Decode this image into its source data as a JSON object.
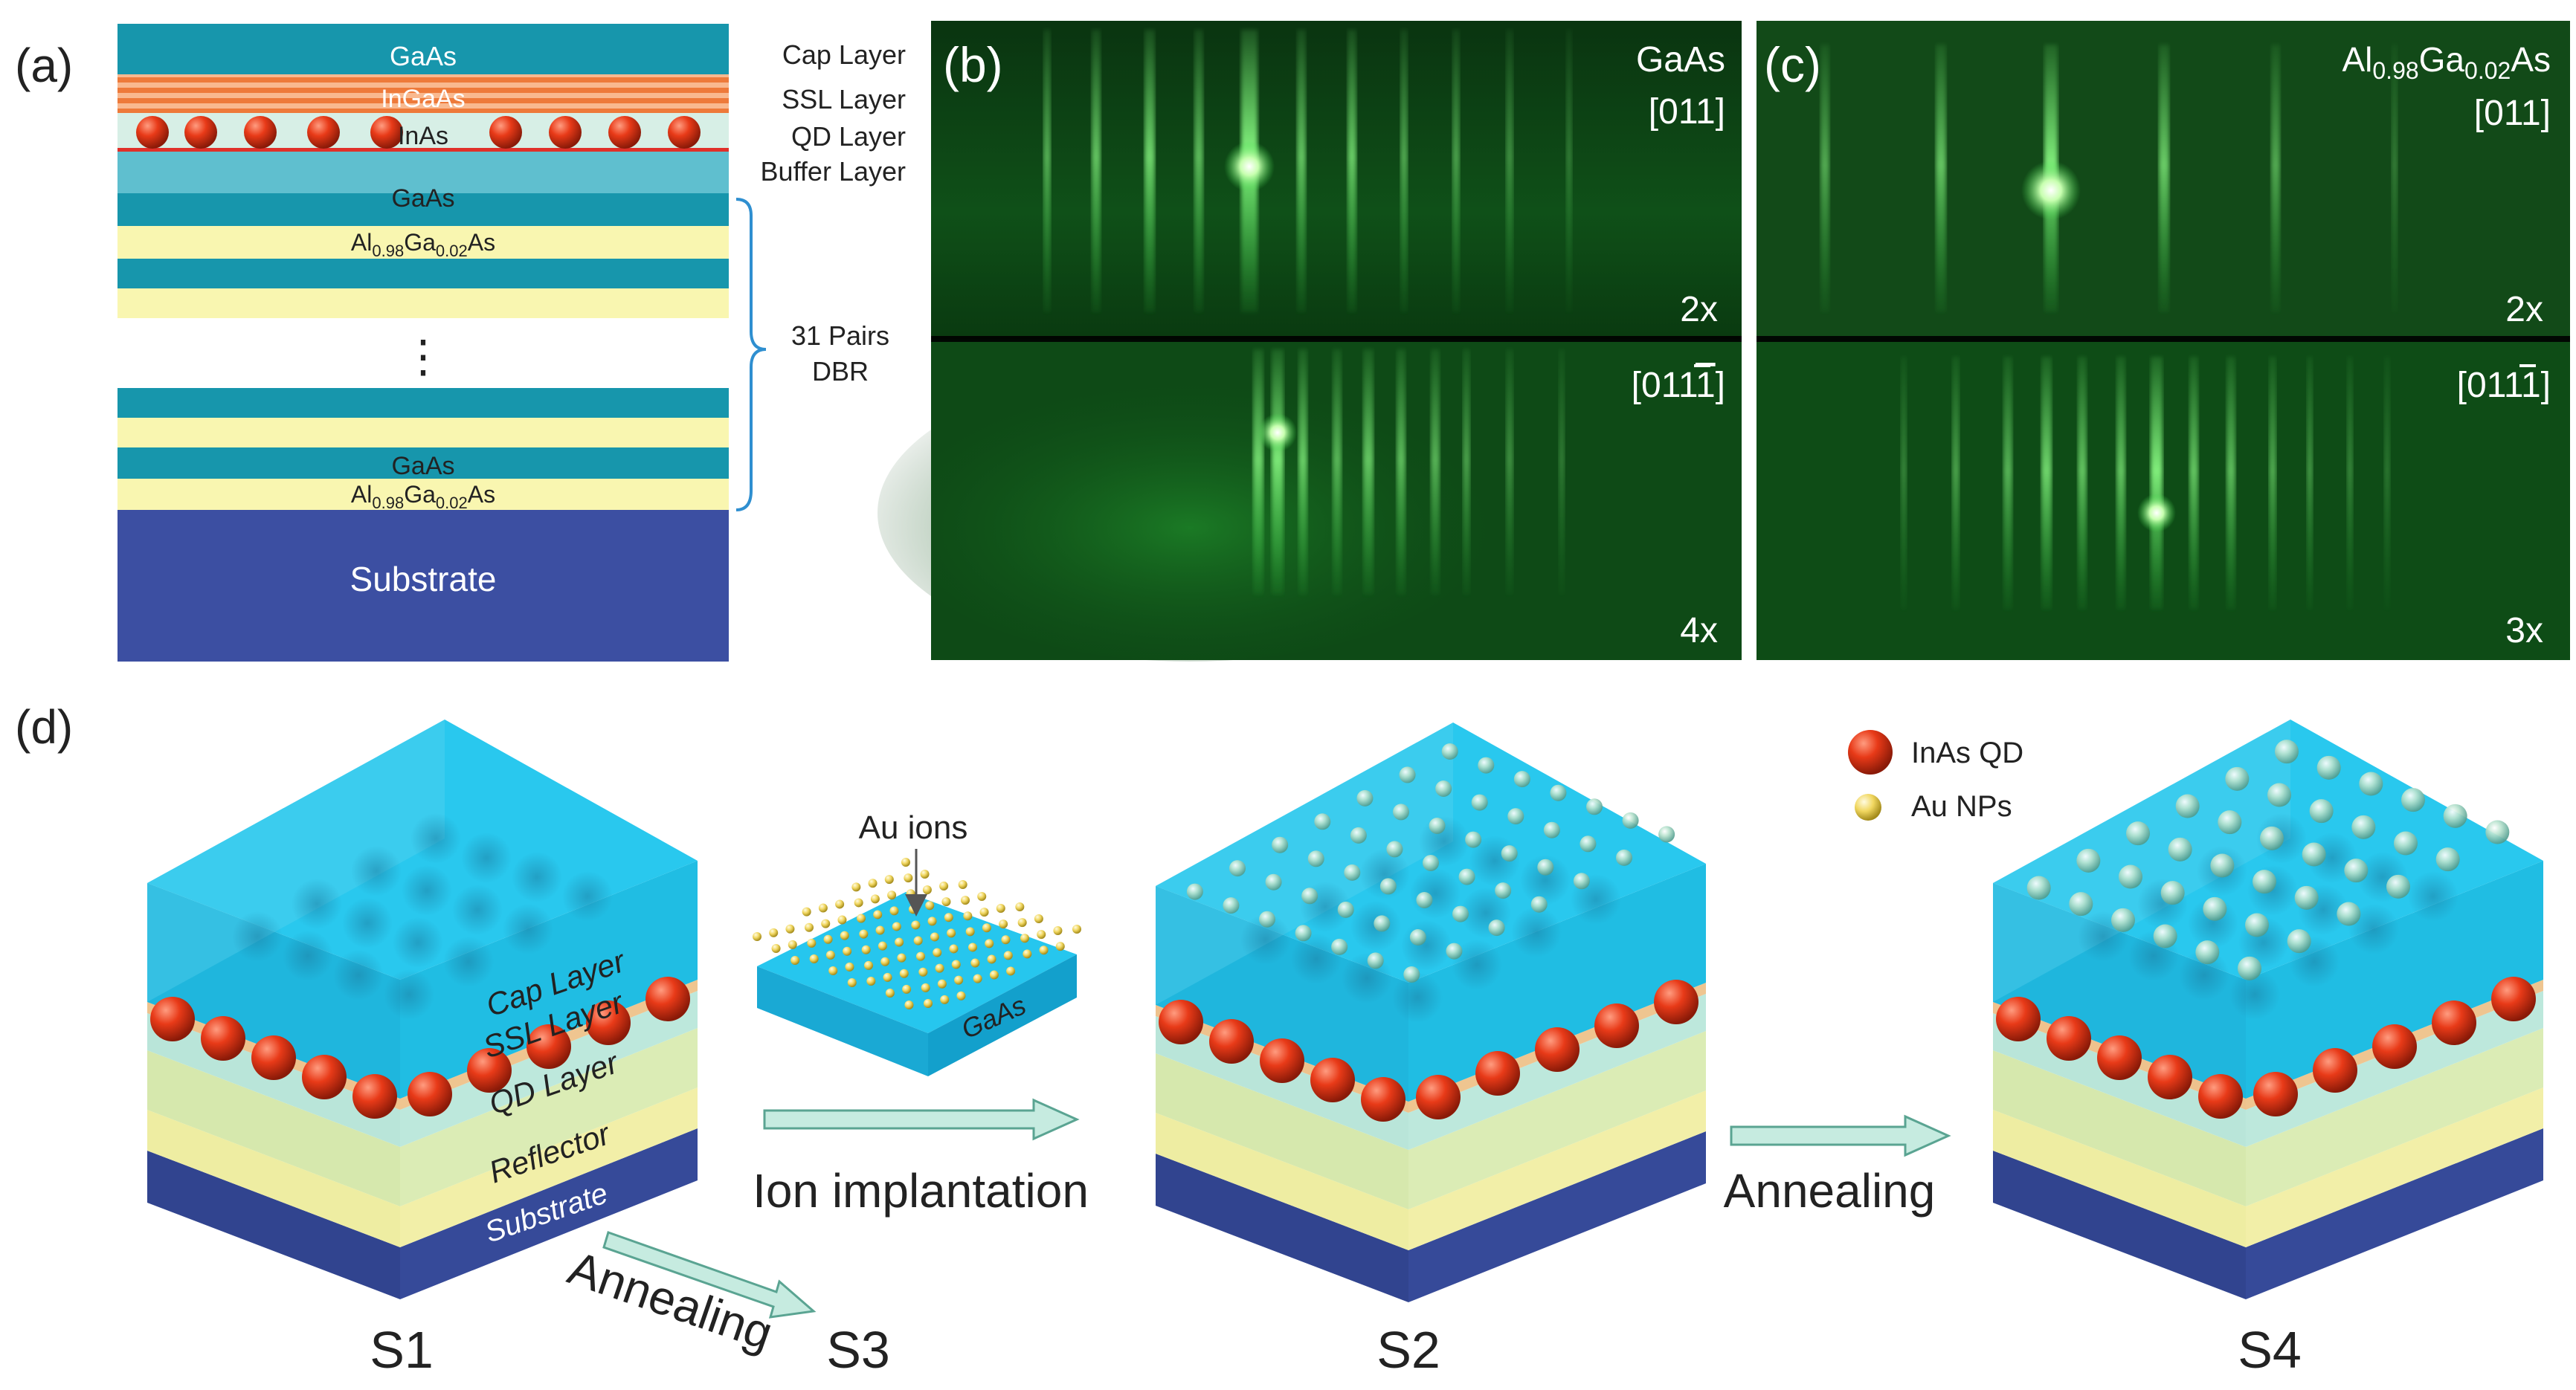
{
  "panels": {
    "a": "(a)",
    "b": "(b)",
    "c": "(c)",
    "d": "(d)"
  },
  "stack": {
    "cap_gaas": "GaAs",
    "ingaas": "InGaAs",
    "inas": "InAs",
    "gaas_top": "GaAs",
    "algaas_top": {
      "base": "Al",
      "sub1": "0.98",
      "mid": "Ga",
      "sub2": "0.02",
      "end": "As"
    },
    "ellipsis": "⋮",
    "gaas_bottom": "GaAs",
    "algaas_bottom": {
      "base": "Al",
      "sub1": "0.98",
      "mid": "Ga",
      "sub2": "0.02",
      "end": "As"
    },
    "substrate": "Substrate",
    "side_labels": [
      "Cap Layer",
      "SSL Layer",
      "QD Layer",
      "Buffer Layer"
    ],
    "dbr_label_1": "31 Pairs",
    "dbr_label_2": "DBR"
  },
  "rheed_b": {
    "material": "GaAs",
    "top_dir": "[011]",
    "top_recon": "2x",
    "bottom_dir": "[011",
    "bottom_dir_bar": "1",
    "bottom_dir_end": "]",
    "bottom_recon": "4x"
  },
  "rheed_c": {
    "material": {
      "base": "Al",
      "sub1": "0.98",
      "mid": "Ga",
      "sub2": "0.02",
      "end": "As"
    },
    "top_dir": "[011]",
    "top_recon": "2x",
    "bottom_dir": "[011",
    "bottom_dir_bar": "1",
    "bottom_dir_end": "]",
    "bottom_recon": "3x"
  },
  "process": {
    "s1_layers": [
      "Cap Layer",
      "SSL Layer",
      "QD Layer",
      "Reflector",
      "Substrate"
    ],
    "s1_label": "S1",
    "au_ions": "Au ions",
    "gaas_small": "GaAs",
    "ion_implantation": "Ion implantation",
    "annealing_diag": "Annealing",
    "s3_label": "S3",
    "s2_label": "S2",
    "annealing": "Annealing",
    "s4_label": "S4",
    "legend_qd": "InAs QD",
    "legend_np": "Au NPs"
  },
  "colors": {
    "gaas": "#1796ac",
    "algaas": "#f9f6b0",
    "ingaas": "#f08c50",
    "wetting": "#d7efe6",
    "buffer": "#5fbfcf",
    "substrate": "#3c4fa2",
    "qd": "#e83a18",
    "au": "#f1d760",
    "cap_top": "#24c3e9",
    "arrow": "#c6ebe0"
  }
}
